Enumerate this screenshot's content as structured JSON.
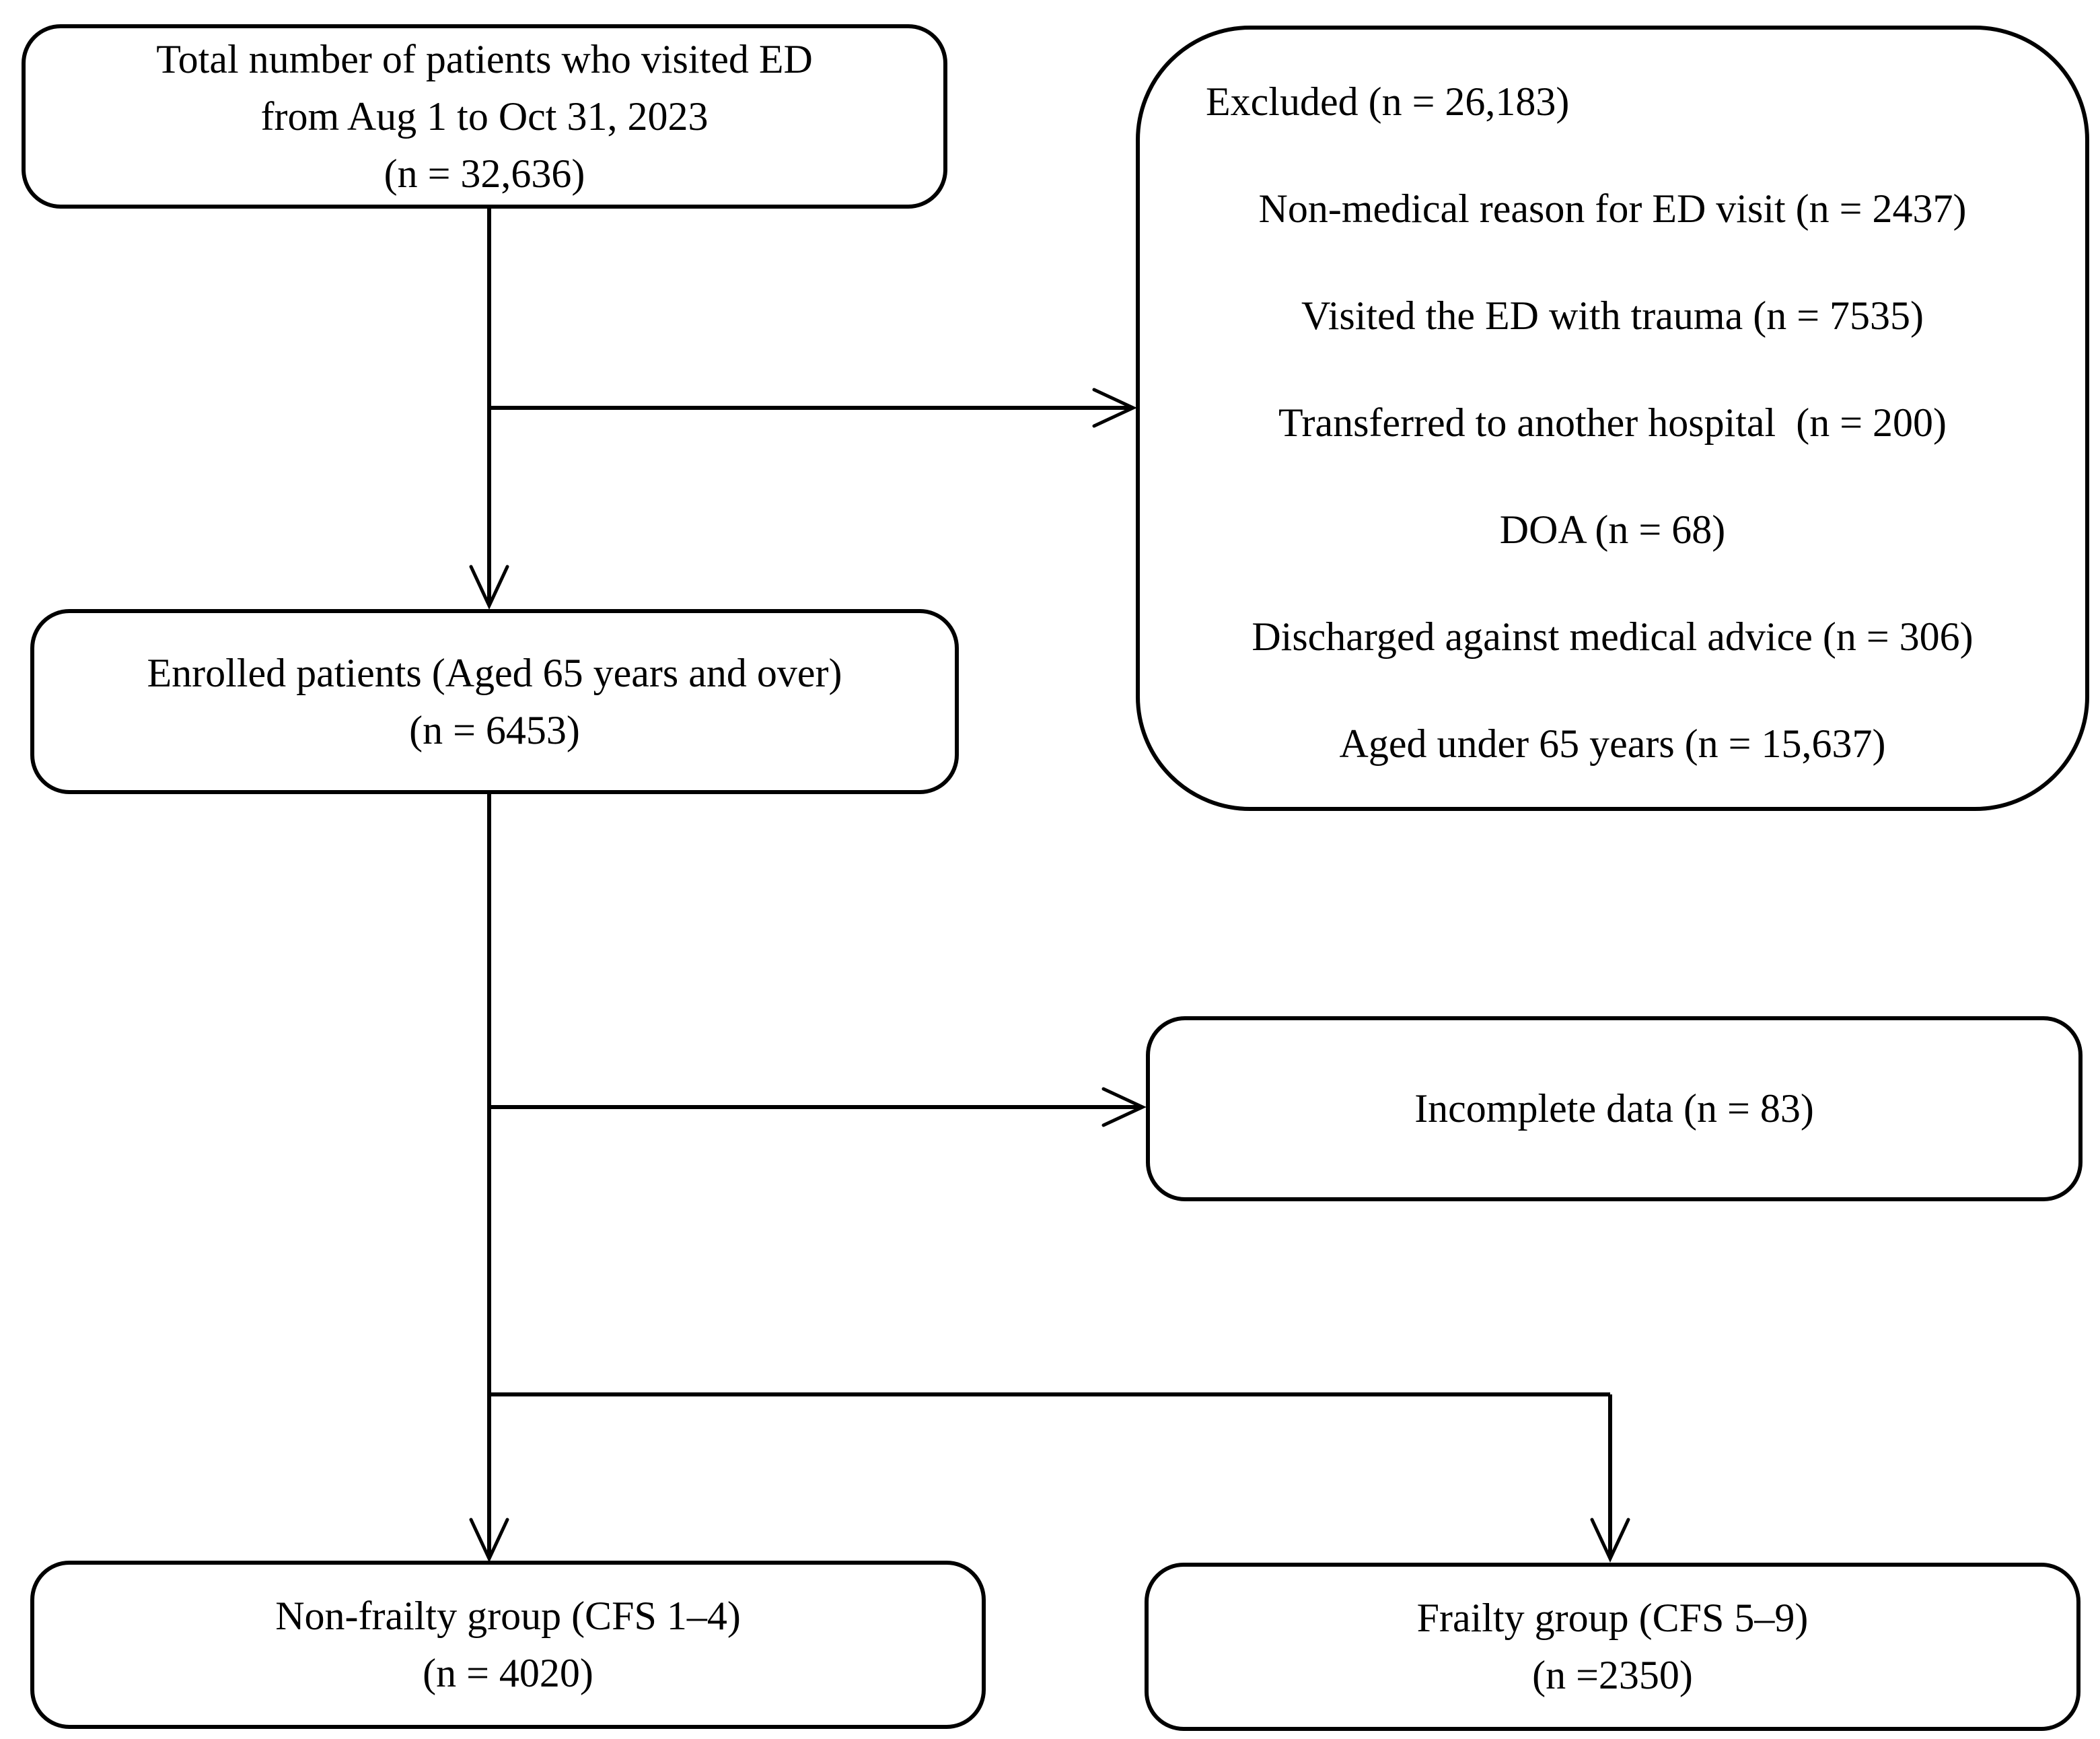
{
  "canvas": {
    "background": "#ffffff",
    "line_color": "#000000"
  },
  "boxes": {
    "total": {
      "lines": [
        "Total number of patients who visited ED",
        "from Aug 1 to Oct 31, 2023",
        "(n = 32,636)"
      ]
    },
    "excluded": {
      "title": "Excluded (n = 26,183)",
      "items": [
        "Non-medical reason for ED visit (n = 2437)",
        "Visited the ED with trauma (n = 7535)",
        "Transferred to another hospital  (n = 200)",
        "DOA (n = 68)",
        "Discharged against medical advice (n = 306)",
        "Aged under 65 years (n = 15,637)"
      ]
    },
    "enrolled": {
      "lines": [
        "Enrolled patients (Aged 65 years and over)",
        "(n = 6453)"
      ]
    },
    "incomplete": {
      "lines": [
        "Incomplete data (n = 83)"
      ]
    },
    "non_frailty": {
      "lines": [
        "Non-frailty group (CFS 1–4)",
        "(n = 4020)"
      ]
    },
    "frailty": {
      "lines": [
        "Frailty group (CFS 5–9)",
        "(n =2350)"
      ]
    }
  }
}
